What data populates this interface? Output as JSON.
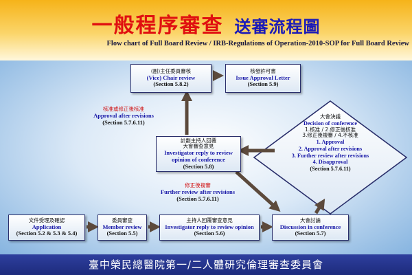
{
  "header": {
    "title_main": "一般程序審查",
    "title_sub": "送審流程圖",
    "subtitle": "Flow chart of Full Board Review / IRB-Regulations of Operation-2010-SOP for Full Board Review"
  },
  "nodes": {
    "chair_review": {
      "zh": "(副)主任委員審核",
      "en": "(Vice) Chair review",
      "sec": "(Section 5.8.2)"
    },
    "approval_letter": {
      "zh": "核發許可書",
      "en": "Issue Approval Letter",
      "sec": "(Section 5.9)"
    },
    "investigator_reply_conference": {
      "zh1": "計劃主持人回覆",
      "zh2": "大會審查意見",
      "en1": "Investigator reply to review",
      "en2": "opinion of conference",
      "sec": "(Section 5.8)"
    },
    "application": {
      "zh": "文件受理及確認",
      "en": "Application",
      "sec": "(Section 5.2 & 5.3 & 5.4)"
    },
    "member_review": {
      "zh": "委員審查",
      "en": "Member review",
      "sec": "(Section 5.5)"
    },
    "investigator_reply_opinion": {
      "zh": "主持人回覆審查意見",
      "en": "Investigator reply to review opinion",
      "sec": "(Section 5.6)"
    },
    "discussion": {
      "zh": "大會討論",
      "en": "Discussion in conference",
      "sec": "(Section 5.7)"
    },
    "decision": {
      "zh_title": "大會決議",
      "en_title": "Decision of conference",
      "zh_opt1": "1.核准 / 2.修正後核准",
      "zh_opt2": "3.修正後複審 / 4.不核准",
      "en_opt1": "1. Approval",
      "en_opt2": "2. Approval after revisions",
      "en_opt3": "3. Further review after revisions",
      "en_opt4": "4. Disapproval",
      "sec": "(Section 5.7.6.11)"
    }
  },
  "edge_labels": {
    "approval_after_revisions": {
      "zh": "核准或修正後核准",
      "en": "Approval after revisions",
      "sec": "(Section 5.7.6.11)"
    },
    "further_review": {
      "zh": "修正後複審",
      "en": "Further review after revisions",
      "sec": "(Section 5.7.6.11)"
    }
  },
  "footer": {
    "text": "臺中榮民總醫院第一/二人體研究倫理審查委員會"
  },
  "colors": {
    "arrow": "#5c4a3c",
    "title_red": "#e01010",
    "title_blue": "#1a1ab8",
    "footer_bg": "#1d2b7c"
  }
}
